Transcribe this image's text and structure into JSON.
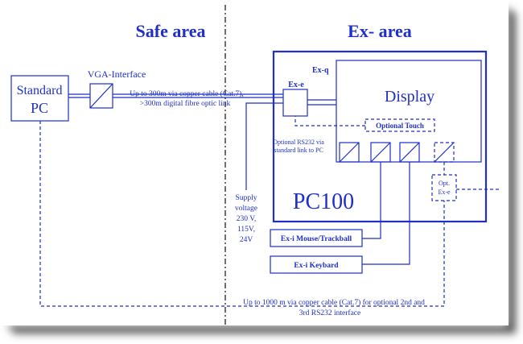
{
  "headings": {
    "safe_area": "Safe area",
    "ex_area": "Ex- area"
  },
  "standard_pc": {
    "line1": "Standard",
    "line2": "PC"
  },
  "vga_label": "VGA-Interface",
  "cable_note": {
    "line1": "Up to 300m via copper cable (Cat.7),",
    "line2": ">300m digital fibre optic link"
  },
  "ex_q": "Ex-q",
  "ex_e": "Ex-e",
  "display": "Display",
  "optional_touch": "Optional Touch",
  "rs232_note": {
    "line1": "Optional RS232 via",
    "line2": "standard link to PC"
  },
  "pc100": "PC100",
  "opt_exe": {
    "line1": "Opt.",
    "line2": "Ex-e"
  },
  "supply": {
    "line1": "Supply",
    "line2": "voltage",
    "line3": "230 V,",
    "line4": "115V,",
    "line5": "24V"
  },
  "mouse": "Ex-i Mouse/Trackball",
  "keyboard": "Ex-i Keybard",
  "bottom_note": {
    "line1": "Up to 1000 m via copper cable (Cat.7) for optional 2nd and",
    "line2": "3rd RS232 interface"
  },
  "colors": {
    "primary": "#1f2fc8",
    "shadow": "#5a5a5a"
  }
}
